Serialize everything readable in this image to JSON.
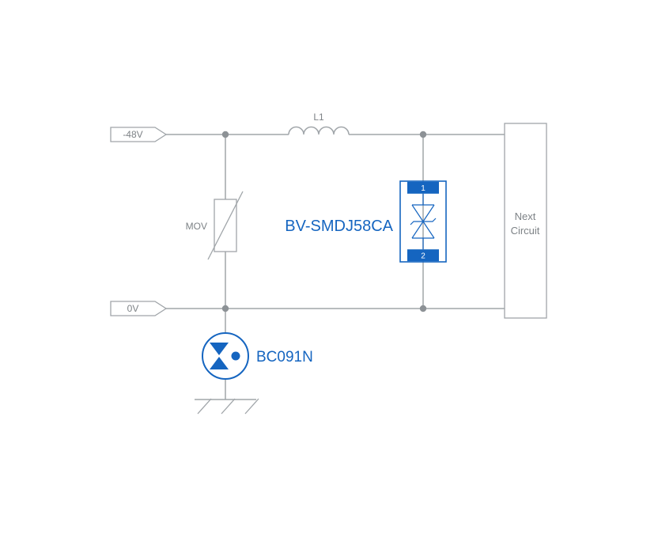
{
  "circuit": {
    "terminals": {
      "neg48v": {
        "label": "-48V"
      },
      "zerov": {
        "label": "0V"
      }
    },
    "components": {
      "inductor": {
        "label": "L1"
      },
      "varistor": {
        "label": "MOV"
      },
      "tvs": {
        "label": "BV-SMDJ58CA",
        "pin_top": "1",
        "pin_bottom": "2"
      },
      "gdt": {
        "label": "BC091N"
      },
      "next_circuit": {
        "line1": "Next",
        "line2": "Circuit"
      }
    },
    "colors": {
      "wire_gray": "#a0a5a9",
      "text_gray": "#7d8286",
      "accent_blue": "#1565c0",
      "background": "#ffffff"
    }
  }
}
